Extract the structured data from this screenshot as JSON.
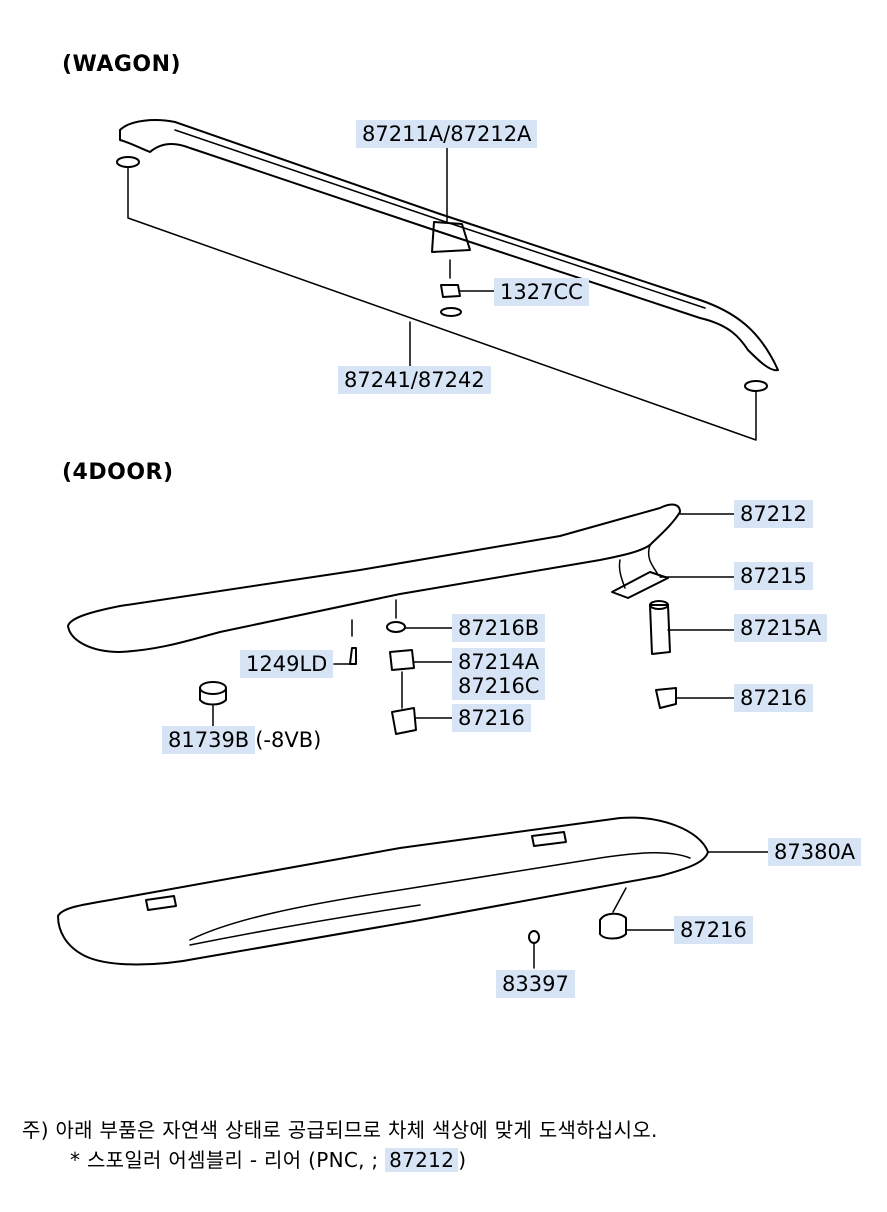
{
  "sections": {
    "wagon": "(WAGON)",
    "four_door": "(4DOOR)"
  },
  "labels": {
    "p87211a_87212a": "87211A/87212A",
    "p1327cc": "1327CC",
    "p87241_87242": "87241/87242",
    "p87212": "87212",
    "p87215": "87215",
    "p87216b": "87216B",
    "p87215a": "87215A",
    "p1249ld": "1249LD",
    "p87214a": "87214A",
    "p87216c": "87216C",
    "p87216_a": "87216",
    "p87216_b": "87216",
    "p81739b": "81739B",
    "p81739b_suffix": "(-8VB)",
    "p87380a": "87380A",
    "p87216_c": "87216",
    "p83397": "83397"
  },
  "note": {
    "line1": "주) 아래 부품은 자연색 상태로 공급되므로 차체 색상에 맞게 도색하십시오.",
    "line2_prefix": "* 스포일러 어셈블리 - 리어 (PNC, ; ",
    "line2_pnc": "87212",
    "line2_suffix": ")"
  },
  "colors": {
    "highlight": "#d6e4f5",
    "line": "#000000"
  }
}
